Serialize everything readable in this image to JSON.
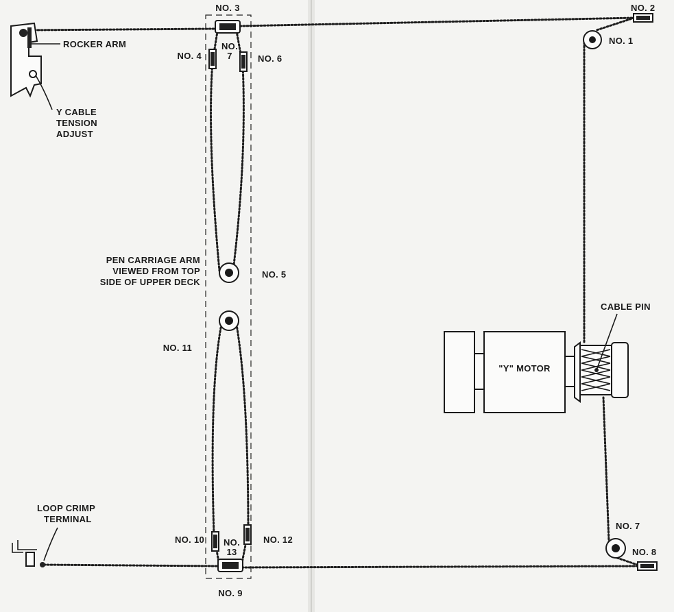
{
  "diagram": {
    "labels": {
      "rocker_arm": "ROCKER ARM",
      "y_cable_1": "Y CABLE",
      "y_cable_2": "TENSION",
      "y_cable_3": "ADJUST",
      "pen_carriage_1": "PEN CARRIAGE ARM",
      "pen_carriage_2": "VIEWED FROM TOP",
      "pen_carriage_3": "SIDE OF UPPER DECK",
      "loop_crimp_1": "LOOP CRIMP",
      "loop_crimp_2": "TERMINAL",
      "cable_pin": "CABLE PIN",
      "y_motor": "\"Y\" MOTOR",
      "no1": "NO. 1",
      "no2": "NO. 2",
      "no3": "NO. 3",
      "no4": "NO. 4",
      "no5": "NO. 5",
      "no6": "NO. 6",
      "no7_top_a": "NO.",
      "no7_top_b": "7",
      "no7_right": "NO. 7",
      "no8": "NO. 8",
      "no9": "NO. 9",
      "no10": "NO. 10",
      "no11": "NO. 11",
      "no12": "NO. 12",
      "no13_a": "NO.",
      "no13_b": "13"
    },
    "colors": {
      "ink": "#1a1a1a",
      "paper": "#f4f4f2"
    }
  }
}
